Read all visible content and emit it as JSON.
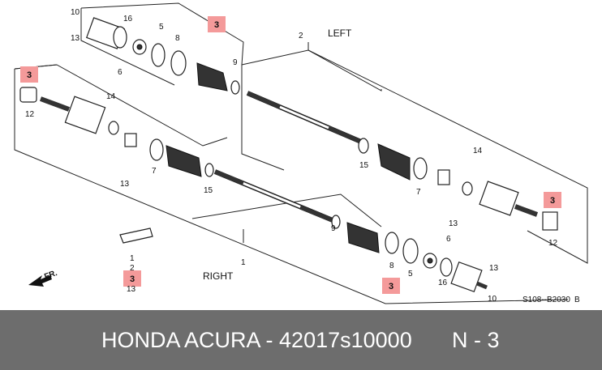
{
  "diagram": {
    "side_left": "LEFT",
    "side_right": "RIGHT",
    "direction_label": "FR.",
    "code": "S108--B2030",
    "code_suffix": "B",
    "highlight_color": "#f49a9a",
    "callouts": {
      "c10a": "10",
      "c13a": "13",
      "c16a": "16",
      "c5a": "5",
      "c8a": "8",
      "c3a": "3",
      "c9a": "9",
      "c2a": "2",
      "c6a": "6",
      "c3b": "3",
      "c12a": "12",
      "c14a": "14",
      "c7a": "7",
      "c13b": "13",
      "c15a": "15",
      "c15b": "15",
      "c7b": "7",
      "c14b": "14",
      "c3c": "3",
      "c12b": "12",
      "c13c": "13",
      "c1a": "1",
      "c2b": "2",
      "c3d": "3",
      "c13d": "13",
      "c9b": "9",
      "c1b": "1",
      "c8b": "8",
      "c3e": "3",
      "c5b": "5",
      "c6b": "6",
      "c16b": "16",
      "c13e": "13",
      "c10b": "10"
    }
  },
  "footer": {
    "part_text": "HONDA ACURA - 42017s10000",
    "qty_text": "N - 3",
    "bg_color": "#6d6d6d"
  }
}
